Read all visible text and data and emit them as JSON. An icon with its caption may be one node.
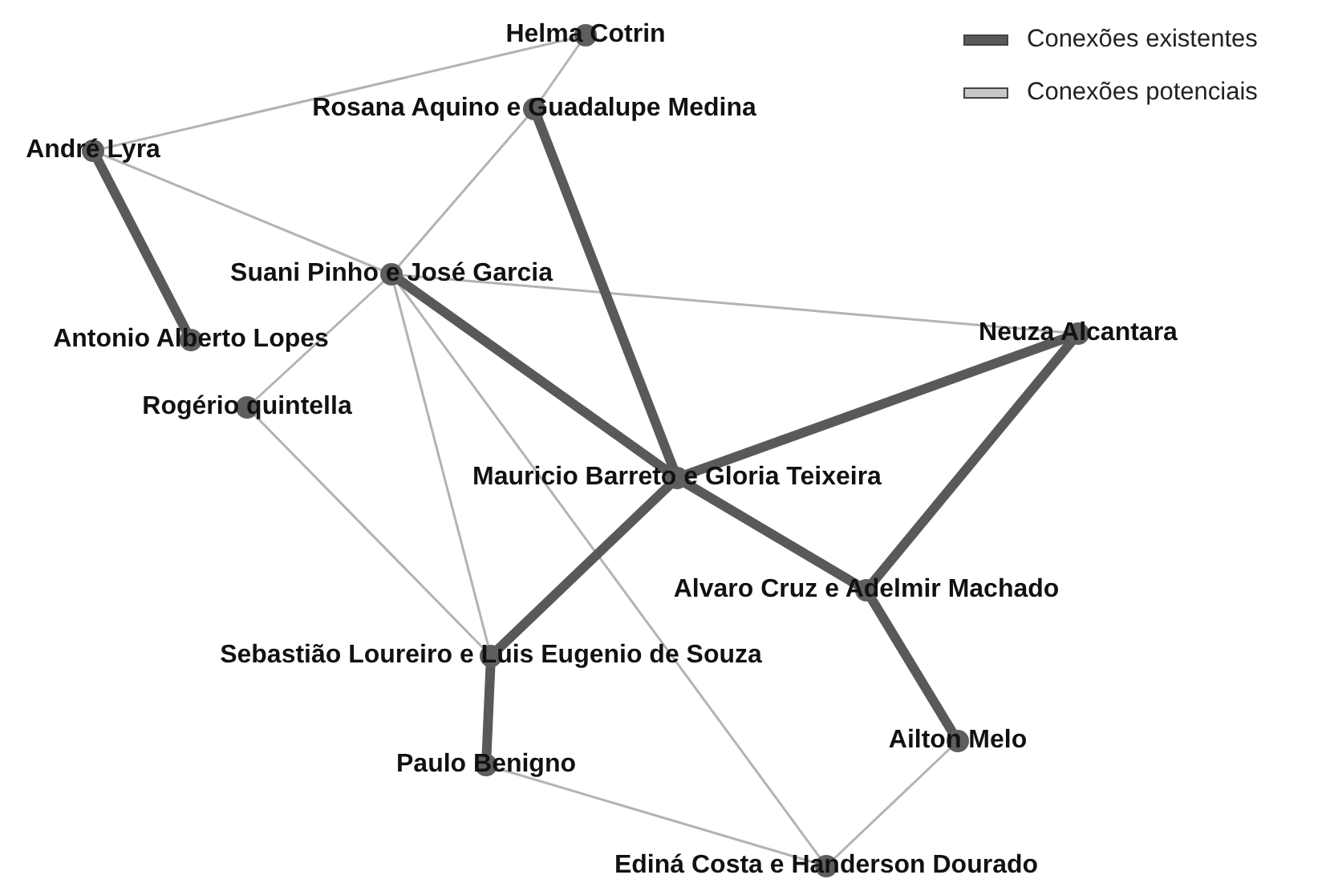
{
  "diagram": {
    "nodes": [
      {
        "text": [
          "Helma Cotrin"
        ]
      },
      {
        "text": [
          "Rosana Aquino e Guadalupe Medina"
        ]
      },
      {
        "text": [
          "André Lyra"
        ]
      },
      {
        "text": [
          "Suani Pinho e José Garcia"
        ]
      },
      {
        "text": [
          "Antonio Alberto Lopes"
        ]
      },
      {
        "text": [
          "Neuza Alcantara"
        ]
      },
      {
        "text": [
          "Rogério quintella"
        ]
      },
      {
        "text": [
          "Mauricio Barreto e Gloria Teixeira"
        ]
      },
      {
        "text": [
          "Alvaro Cruz e Adelmir Machado"
        ]
      },
      {
        "text": [
          "Sebastião Loureiro e Luis Eugenio de Souza"
        ]
      },
      {
        "text": [
          "Ailton Melo"
        ]
      },
      {
        "text": [
          "Paulo Benigno"
        ]
      },
      {
        "text": [
          "Ediná Costa e Handerson Dourado"
        ]
      }
    ],
    "edges": [
      {
        "from": 0,
        "to": 2,
        "arrow": "none"
      },
      {
        "from": 0,
        "to": 1,
        "arrow": "none"
      },
      {
        "from": 2,
        "to": 3,
        "arrow": "none"
      },
      {
        "from": 1,
        "to": 3,
        "arrow": "none"
      },
      {
        "from": 3,
        "to": 5,
        "arrow": "none"
      },
      {
        "from": 3,
        "to": 6,
        "arrow": "none"
      },
      {
        "from": 3,
        "to": 9,
        "arrow": "none"
      },
      {
        "from": 3,
        "to": 12,
        "arrow": "none"
      },
      {
        "from": 6,
        "to": 9,
        "arrow": "none"
      },
      {
        "from": 11,
        "to": 12,
        "arrow": "none"
      },
      {
        "from": 10,
        "to": 12,
        "arrow": "none"
      },
      {
        "from": 2,
        "to": 4,
        "arrow": "none",
        "style": "thick",
        "color": "#595959"
      },
      {
        "from": 1,
        "to": 7,
        "arrow": "none",
        "style": "thick",
        "color": "#595959"
      },
      {
        "from": 3,
        "to": 7,
        "arrow": "none",
        "style": "thick",
        "color": "#595959"
      },
      {
        "from": 7,
        "to": 5,
        "arrow": "none",
        "style": "thick",
        "color": "#595959"
      },
      {
        "from": 7,
        "to": 8,
        "arrow": "none",
        "style": "thick",
        "color": "#595959"
      },
      {
        "from": 5,
        "to": 8,
        "arrow": "none",
        "style": "thick",
        "color": "#595959"
      },
      {
        "from": 7,
        "to": 9,
        "arrow": "none",
        "style": "thick",
        "color": "#595959"
      },
      {
        "from": 9,
        "to": 11,
        "arrow": "none",
        "style": "thick",
        "color": "#595959"
      },
      {
        "from": 8,
        "to": 10,
        "arrow": "none",
        "style": "thick",
        "color": "#595959"
      }
    ],
    "legend": [
      {
        "text": "Conexões existentes",
        "color": "#595959"
      },
      {
        "text": "Conexões potenciais",
        "color": "#c8c8c8"
      }
    ]
  }
}
